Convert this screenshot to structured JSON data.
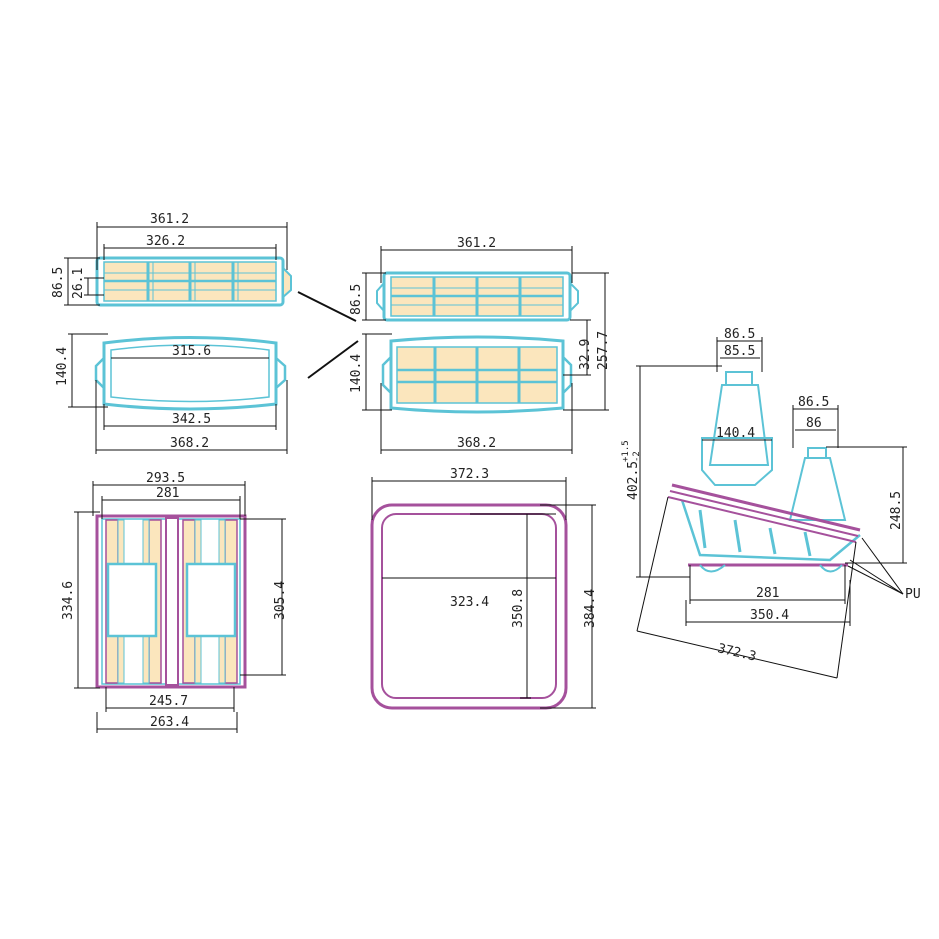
{
  "colors": {
    "cyan": "#5cc3d6",
    "magenta": "#a5519c",
    "cream": "#fbe6bd",
    "ink": "#111111"
  },
  "view1": {
    "dim_outer_width": "361.2",
    "dim_inner_width": "326.2",
    "dim_height": "86.5",
    "dim_inner_height": "26.1"
  },
  "view2": {
    "dim_top_width": "315.6",
    "dim_height": "140.4",
    "dim_bottom_width": "342.5",
    "dim_overall_width": "368.2"
  },
  "view3": {
    "dim_top_width": "361.2",
    "dim_upper_height": "86.5",
    "dim_lower_height": "140.4",
    "dim_gap": "32.9",
    "dim_total_height": "257.7",
    "dim_overall_width": "368.2"
  },
  "view4": {
    "dim_outer_width": "293.5",
    "dim_inner_width": "281",
    "dim_outer_height": "334.6",
    "dim_inner_height": "305.4",
    "dim_bottom_inner": "245.7",
    "dim_bottom_outer": "263.4"
  },
  "view5": {
    "dim_outer_width": "372.3",
    "dim_inner_width": "323.4",
    "dim_inner_height": "350.8",
    "dim_outer_height": "384.4"
  },
  "view6": {
    "dim_top_a": "86.5",
    "dim_top_b": "85.5",
    "dim_top_c": "86.5",
    "dim_top_d": "86",
    "dim_mid": "140.4",
    "dim_height_main": "402.5",
    "dim_height_sup": "+1.5",
    "dim_height_sub": "-2",
    "dim_right_height": "248.5",
    "dim_base_inner": "281",
    "dim_base_outer": "350.4",
    "dim_diagonal": "372.3",
    "label_pu": "PU"
  }
}
